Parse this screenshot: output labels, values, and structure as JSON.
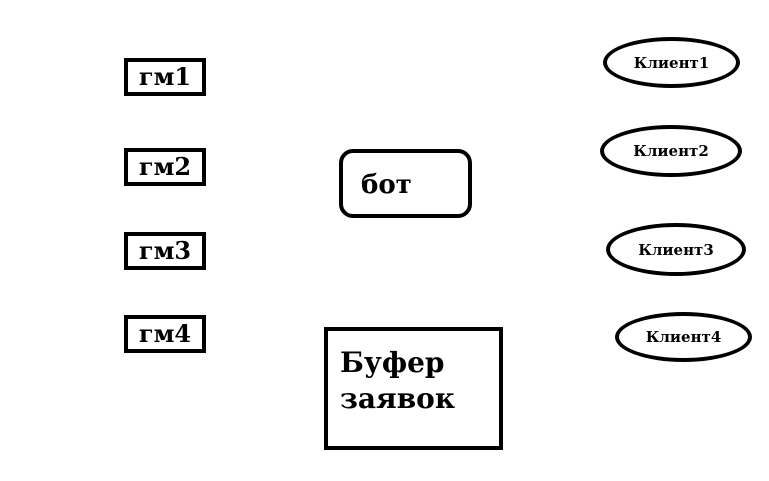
{
  "game_masters": [
    "гм1",
    "гм2",
    "гм3",
    "гм4"
  ],
  "bot": {
    "label": "бот"
  },
  "buffer": {
    "line1": "Буфер",
    "line2": "заявок"
  },
  "clients": [
    "Клиент1",
    "Клиент2",
    "Клиент3",
    "Клиент4"
  ]
}
